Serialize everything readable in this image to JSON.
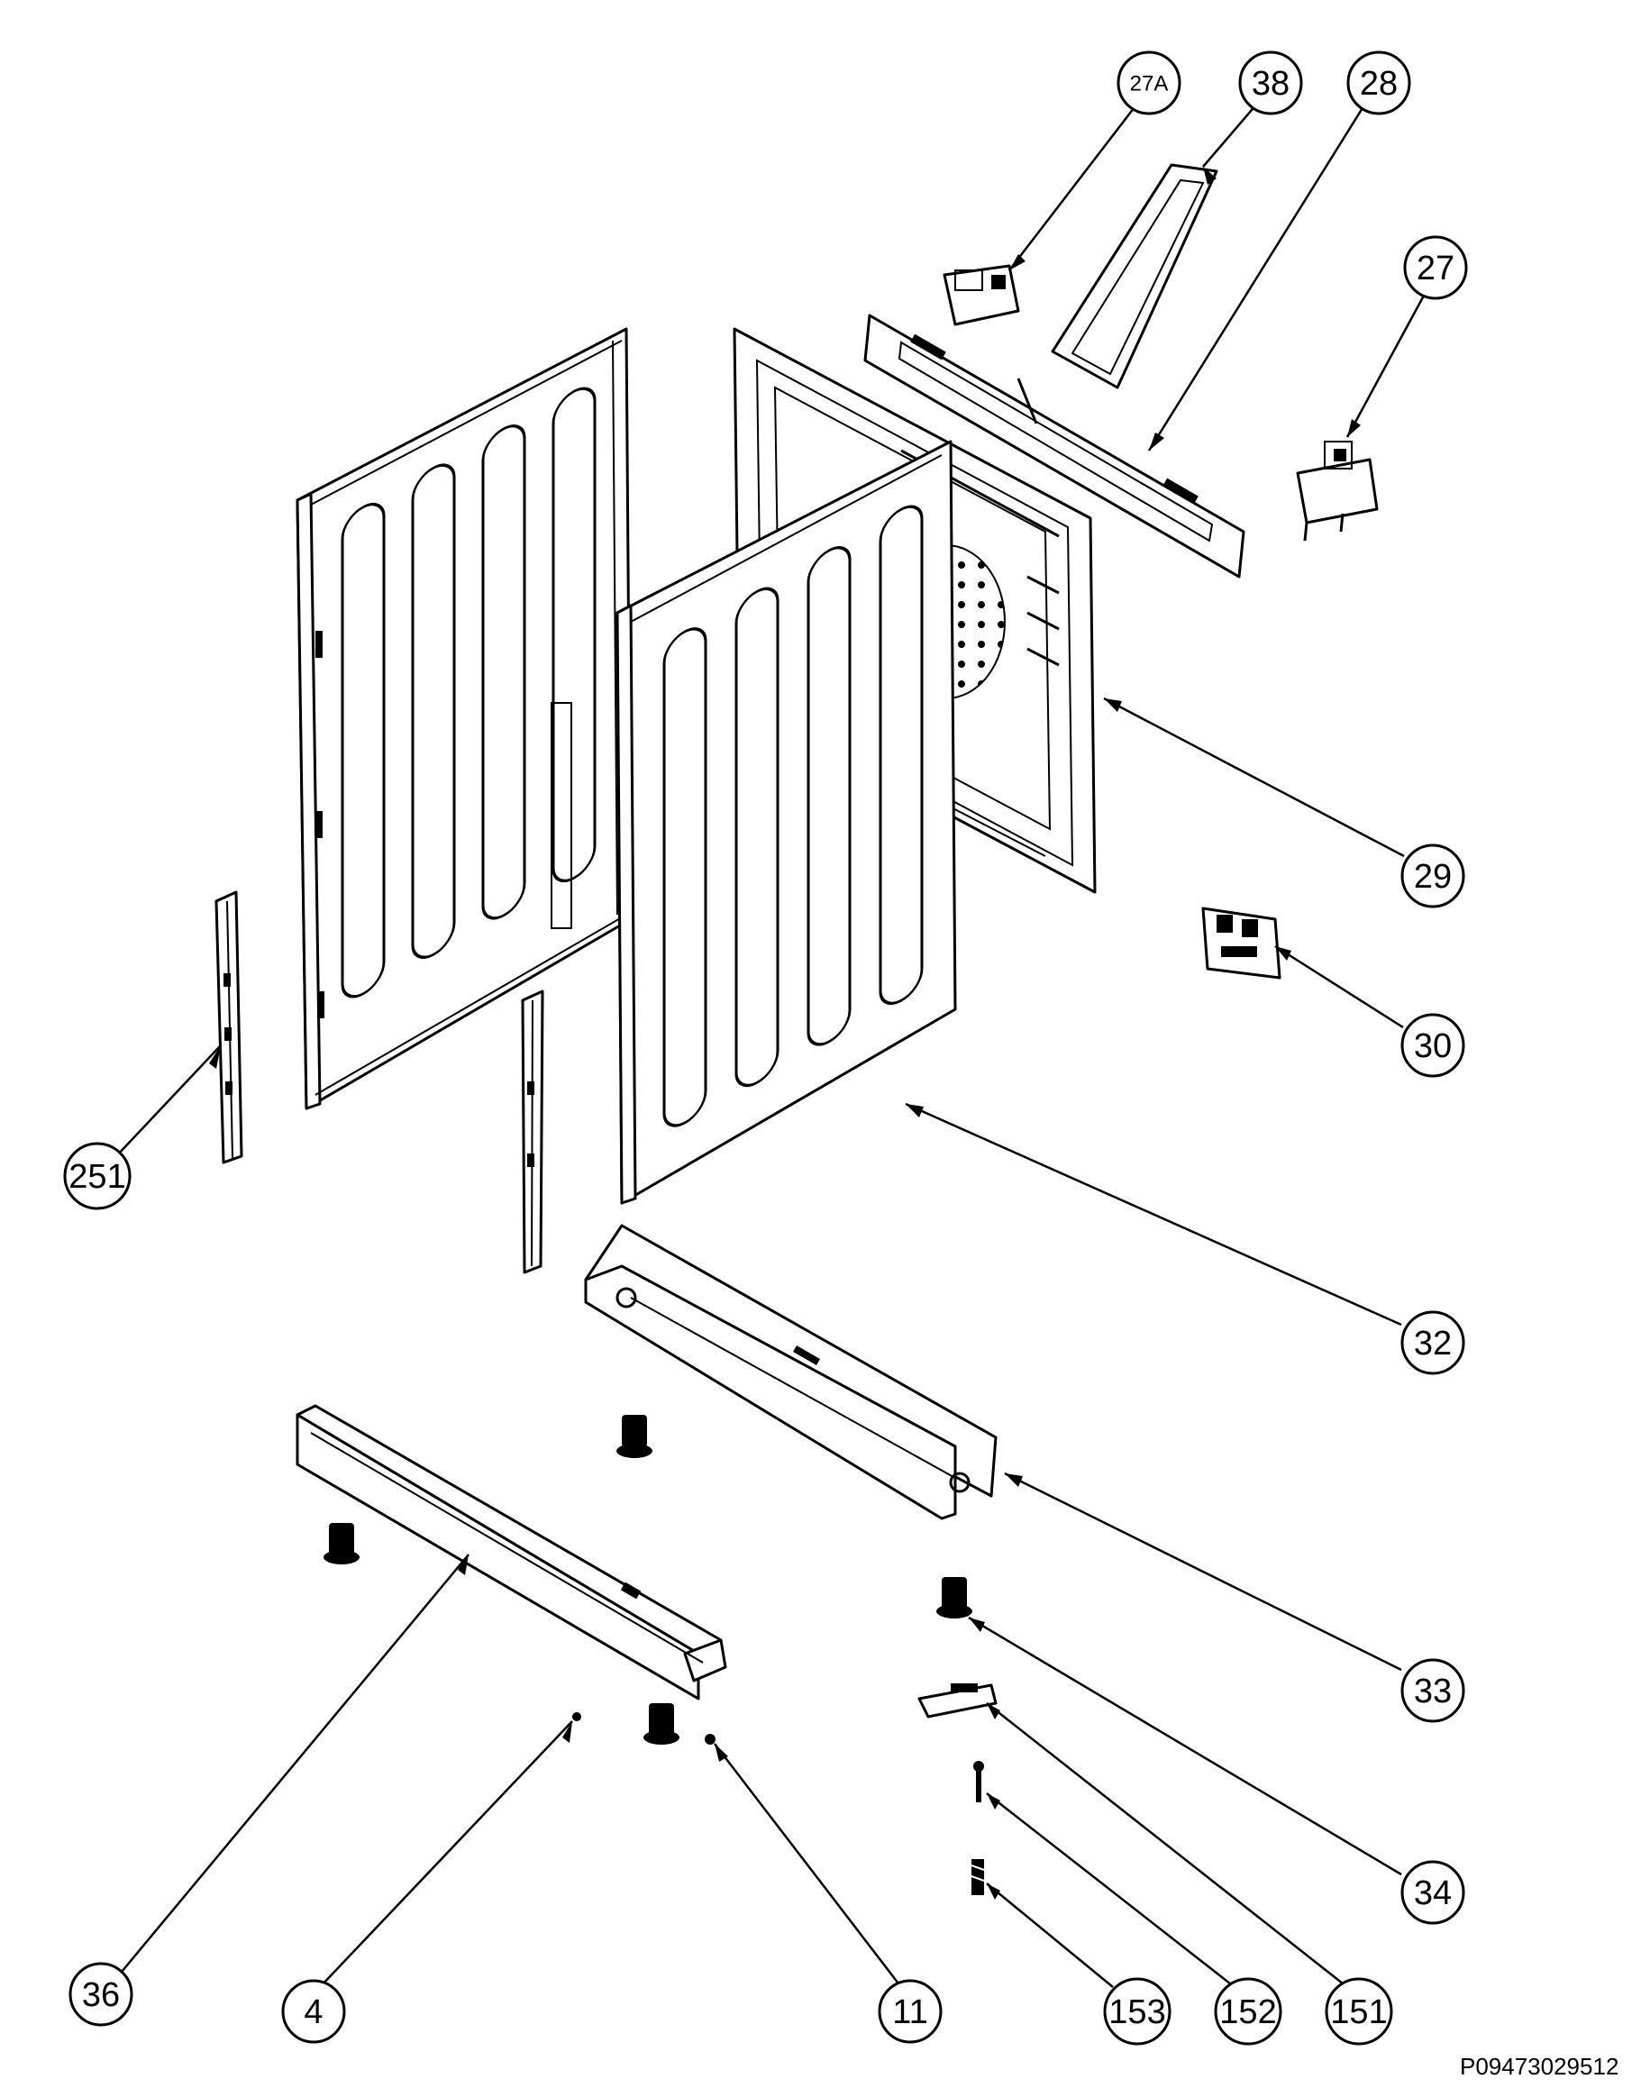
{
  "drawing_number": "P09473029512",
  "callouts": [
    {
      "id": "c27A",
      "label": "27A"
    },
    {
      "id": "c38",
      "label": "38"
    },
    {
      "id": "c28",
      "label": "28"
    },
    {
      "id": "c27",
      "label": "27"
    },
    {
      "id": "c29",
      "label": "29"
    },
    {
      "id": "c30",
      "label": "30"
    },
    {
      "id": "c251",
      "label": "251"
    },
    {
      "id": "c32",
      "label": "32"
    },
    {
      "id": "c33",
      "label": "33"
    },
    {
      "id": "c34",
      "label": "34"
    },
    {
      "id": "c36",
      "label": "36"
    },
    {
      "id": "c4",
      "label": "4"
    },
    {
      "id": "c11",
      "label": "11"
    },
    {
      "id": "c153",
      "label": "153"
    },
    {
      "id": "c152",
      "label": "152"
    },
    {
      "id": "c151",
      "label": "151"
    }
  ],
  "line_color": "#000000",
  "background_color": "#ffffff"
}
